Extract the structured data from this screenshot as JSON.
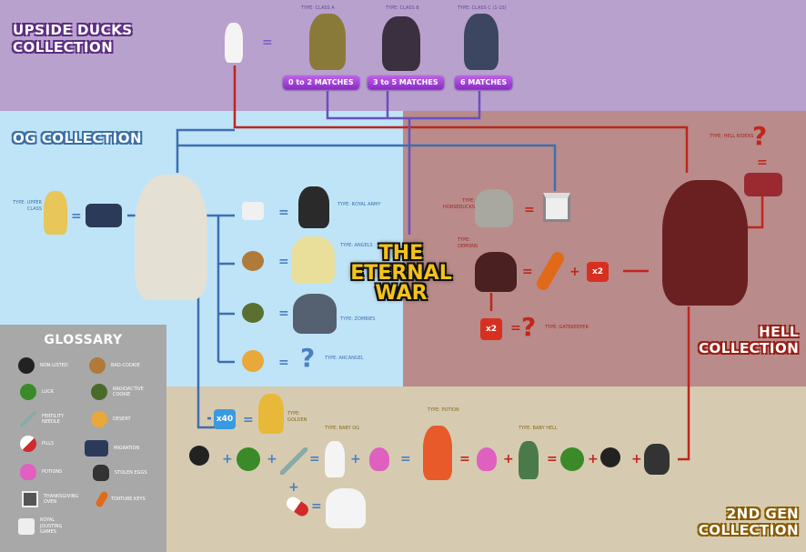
{
  "colors": {
    "purple": "#b9a1cd",
    "og": "#bfe4f8",
    "hell": "#b98b8a",
    "gen2": "#d6cbb0",
    "glossary": "#a8a8a8"
  },
  "upside": {
    "title1": "UPSIDE DUCKS",
    "title2": "COLLECTION",
    "types": [
      "TYPE: CLASS A",
      "TYPE: CLASS B",
      "TYPE: CLASS C (1-1s)"
    ],
    "matches": [
      "0 to 2 MATCHES",
      "3 to 5 MATCHES",
      "6 MATCHES"
    ]
  },
  "og": {
    "title": "OG COLLECTION",
    "upper": "TYPE: UPPER CLASS",
    "types": [
      "TYPE: ROYAL ARMY",
      "TYPE: ANGELS",
      "TYPE: ZOMBIES",
      "TYPE: ARCANGEL"
    ]
  },
  "war": {
    "line1": "THE",
    "line2": "ETERNAL",
    "line3": "WAR"
  },
  "hell": {
    "title1": "HELL",
    "title2": "COLLECTION",
    "hell_riders": "TYPE: HELL RIDERS",
    "horseducks": "TYPE: HORSEDUCKS",
    "demons": "TYPE: DEMONS",
    "gatekeeper": "TYPE: GATEKEEPER",
    "x2": "x2"
  },
  "gen2": {
    "title1": "2ND GEN",
    "title2": "COLLECTION",
    "x40": "x40",
    "golden": "TYPE: GOLDEN",
    "baby_og": "TYPE: BABY OG",
    "potion": "TYPE: POTION",
    "baby_hell": "TYPE: BABY HELL"
  },
  "symbols": {
    "eq": "=",
    "plus": "+",
    "q": "?"
  },
  "glossary": {
    "title": "GLOSSARY",
    "items": [
      {
        "label": "NON-LISTED",
        "icon": "ball-chain-icon"
      },
      {
        "label": "BAD-COOKIE",
        "icon": "cookie-icon"
      },
      {
        "label": "LUCK",
        "icon": "clover-icon"
      },
      {
        "label": "RADIOACTIVE COOKIE",
        "icon": "radioactive-cookie-icon"
      },
      {
        "label": "FERTILITY NEEDLE",
        "icon": "needle-icon"
      },
      {
        "label": "DESERT",
        "icon": "desert-icon"
      },
      {
        "label": "PILLS",
        "icon": "pill-icon"
      },
      {
        "label": "MIGRATION",
        "icon": "bag-icon"
      },
      {
        "label": "POTIONS",
        "icon": "potion-icon"
      },
      {
        "label": "STOLEN EGGS",
        "icon": "sack-icon"
      },
      {
        "label": "THANKSGIVING OVEN",
        "icon": "oven-icon"
      },
      {
        "label": "TORTURE KEYS",
        "icon": "key-icon"
      },
      {
        "label": "ROYAL JOUSTING GAMES",
        "icon": "jousting-icon"
      }
    ]
  }
}
